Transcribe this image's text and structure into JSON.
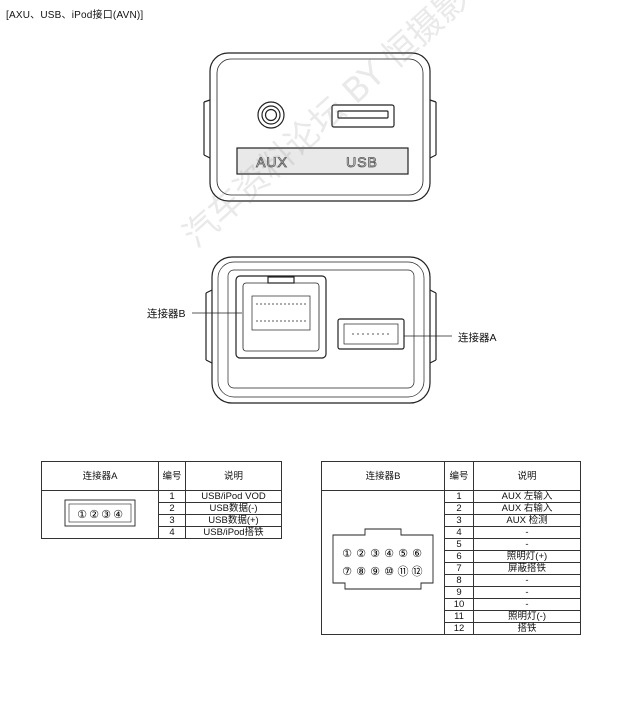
{
  "title": "[AXU、USB、iPod接口(AVN)]",
  "front_view": {
    "aux_label": "AUX",
    "usb_label": "USB"
  },
  "callouts": {
    "connector_b": "连接器B",
    "connector_a": "连接器A"
  },
  "watermark": "汽车资料论坛 BY 恒摄影色",
  "table_a": {
    "headers": [
      "连接器A",
      "编号",
      "说明"
    ],
    "pin_labels": [
      "①",
      "②",
      "③",
      "④"
    ],
    "rows": [
      {
        "no": "1",
        "desc": "USB/iPod VOD"
      },
      {
        "no": "2",
        "desc": "USB数据(-)"
      },
      {
        "no": "3",
        "desc": "USB数据(+)"
      },
      {
        "no": "4",
        "desc": "USB/iPod搭铁"
      }
    ]
  },
  "table_b": {
    "headers": [
      "连接器B",
      "编号",
      "说明"
    ],
    "pin_row1": [
      "①",
      "②",
      "③",
      "④",
      "⑤",
      "⑥"
    ],
    "pin_row2": [
      "⑦",
      "⑧",
      "⑨",
      "⑩",
      "⑪",
      "⑫"
    ],
    "rows": [
      {
        "no": "1",
        "desc": "AUX 左输入"
      },
      {
        "no": "2",
        "desc": "AUX 右输入"
      },
      {
        "no": "3",
        "desc": "AUX 检测"
      },
      {
        "no": "4",
        "desc": "-"
      },
      {
        "no": "5",
        "desc": "-"
      },
      {
        "no": "6",
        "desc": "照明灯(+)"
      },
      {
        "no": "7",
        "desc": "屏蔽搭铁"
      },
      {
        "no": "8",
        "desc": "-"
      },
      {
        "no": "9",
        "desc": "-"
      },
      {
        "no": "10",
        "desc": "-"
      },
      {
        "no": "11",
        "desc": "照明灯(-)"
      },
      {
        "no": "12",
        "desc": "搭铁"
      }
    ]
  }
}
